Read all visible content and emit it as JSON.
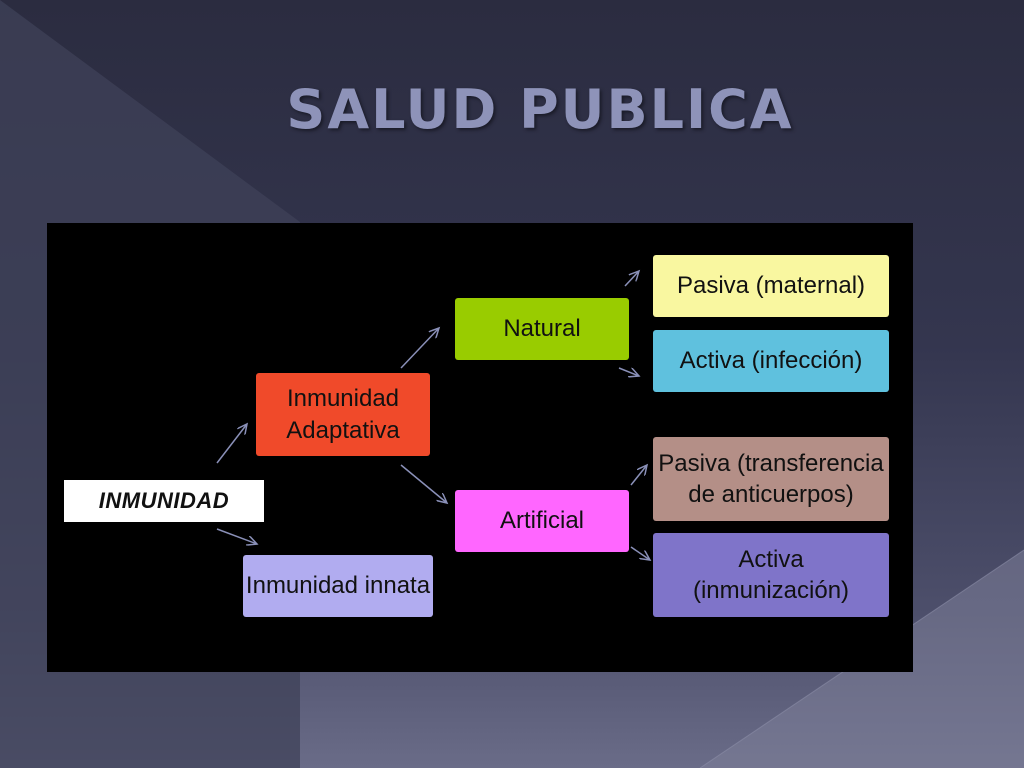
{
  "slide": {
    "title": "SALUD PUBLICA"
  },
  "diagram": {
    "nodes": {
      "root": "INMUNIDAD",
      "adaptativa": "Inmunidad\nAdaptativa",
      "innata": "Inmunidad innata",
      "natural": "Natural",
      "artificial": "Artificial",
      "pasiva_maternal": "Pasiva (maternal)",
      "activa_infeccion": "Activa (infección)",
      "pasiva_transferencia": "Pasiva (transferencia\nde anticuerpos)",
      "activa_inmunizacion": "Activa\n(inmunización)"
    },
    "colors": {
      "root": "#ffffff",
      "adaptativa": "#f04a2a",
      "innata": "#b1acf0",
      "natural": "#99cc00",
      "artificial": "#ff66ff",
      "pasiva_maternal": "#f9f7a0",
      "activa_infeccion": "#5fc1de",
      "pasiva_transferencia": "#b48f87",
      "activa_inmunizacion": "#7f74c9",
      "arrow": "#8a90b8"
    }
  }
}
